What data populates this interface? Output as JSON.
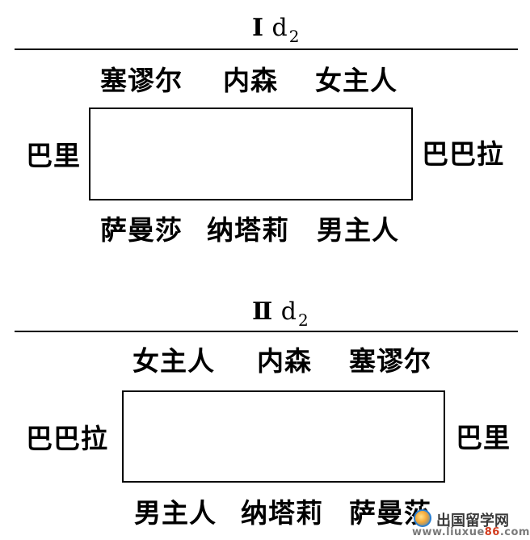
{
  "diagram1": {
    "title": {
      "roman": "Ⅰ",
      "letter": "d",
      "subscript": "2"
    },
    "top_seats": [
      "塞谬尔",
      "内森",
      "女主人"
    ],
    "left_seat": "巴里",
    "right_seat": "巴巴拉",
    "bottom_seats": [
      "萨曼莎",
      "纳塔莉",
      "男主人"
    ]
  },
  "diagram2": {
    "title": {
      "roman": "Ⅱ",
      "letter": "d",
      "subscript": "2"
    },
    "top_seats": [
      "女主人",
      "内森",
      "塞谬尔"
    ],
    "left_seat": "巴巴拉",
    "right_seat": "巴里",
    "bottom_seats": [
      "男主人",
      "纳塔莉",
      "萨曼莎"
    ]
  },
  "watermark": {
    "icon": "globe-icon",
    "line1": "出国留学网",
    "line2_prefix": "www.liuxue",
    "line2_accent": "86",
    "line2_suffix": ".com",
    "accent_color": "#d23c1e"
  }
}
